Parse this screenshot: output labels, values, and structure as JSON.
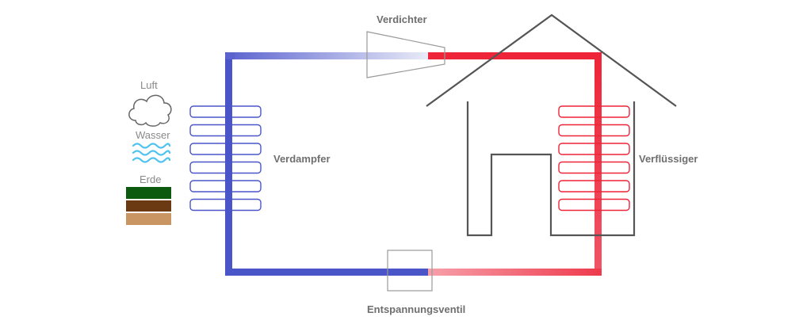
{
  "labels": {
    "compressor": "Verdichter",
    "evaporator": "Verdampfer",
    "condenser": "Verflüssiger",
    "expansion_valve": "Entspannungsventil"
  },
  "sources": {
    "air": "Luft",
    "water": "Wasser",
    "earth": "Erde"
  },
  "colors": {
    "cold": "#4a55c8",
    "hot": "#ee2438",
    "structure": "#555555",
    "cloud": "#666666",
    "water": "#4fc3f0",
    "grass": "#0b5a10",
    "soil": "#6b3a12",
    "sand": "#c89563"
  },
  "icons": [
    "cloud-icon",
    "water-waves-icon",
    "earth-layers-icon",
    "house-icon"
  ]
}
